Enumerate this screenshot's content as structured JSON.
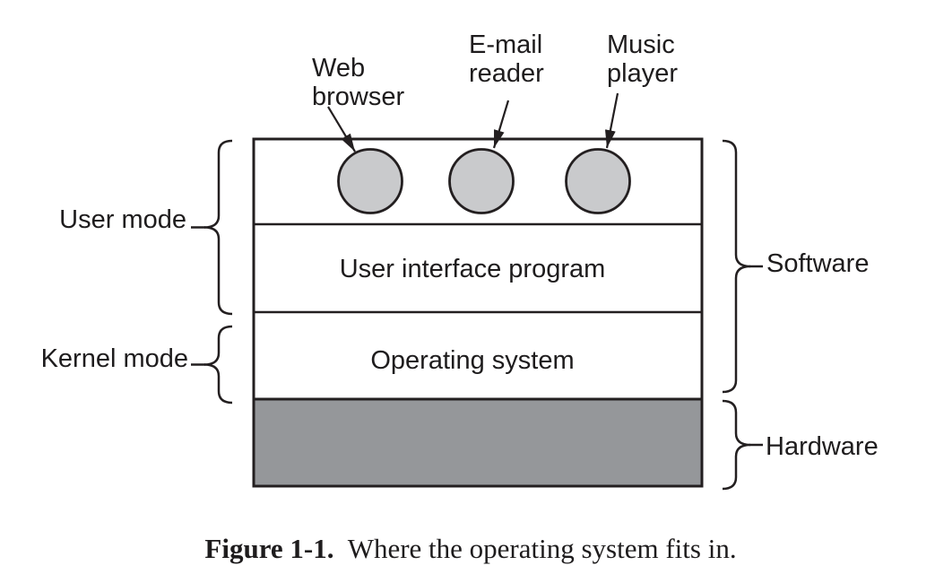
{
  "figure": {
    "caption_label": "Figure 1-1.",
    "caption_text": "Where the operating system fits in."
  },
  "app_labels": [
    {
      "line1": "Web",
      "line2": "browser"
    },
    {
      "line1": "E-mail",
      "line2": "reader"
    },
    {
      "line1": "Music",
      "line2": "player"
    }
  ],
  "layer_labels": {
    "user_interface": "User interface program",
    "operating_system": "Operating system"
  },
  "mode_labels": {
    "user": "User mode",
    "kernel": "Kernel mode"
  },
  "category_labels": {
    "software": "Software",
    "hardware": "Hardware"
  },
  "colors": {
    "circle_fill": "#c9cacc",
    "hardware_fill": "#95979a",
    "line": "#231f20"
  }
}
